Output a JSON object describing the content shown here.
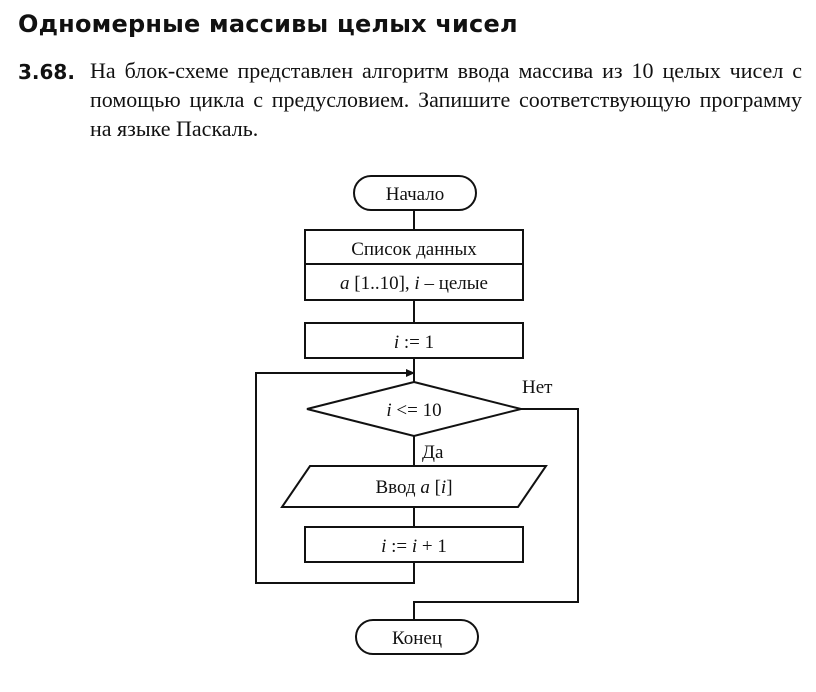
{
  "section_title": "Одномерные массивы целых чисел",
  "task": {
    "number": "3.68.",
    "text": "На блок-схеме представлен алгоритм ввода массива из 10 целых чисел с помощью цикла с предусловием. Запишите соответствующую программу на языке Паскаль."
  },
  "flowchart": {
    "start": "Начало",
    "data_list_title": "Список данных",
    "data_list": {
      "var_a": "a",
      "range": " [1..10], ",
      "var_i": "i",
      "type_suffix": " – целые"
    },
    "init": {
      "var": "i",
      "op": " := 1"
    },
    "condition": {
      "var": "i",
      "op": " <= 10"
    },
    "label_no": "Нет",
    "label_yes": "Да",
    "input": {
      "prefix": "Ввод ",
      "var_a": "a",
      "open": " [",
      "var_i": "i",
      "close": "]"
    },
    "increment": {
      "var": "i",
      "op": " := ",
      "var2": "i",
      "suffix": " + 1"
    },
    "end": "Конец"
  }
}
